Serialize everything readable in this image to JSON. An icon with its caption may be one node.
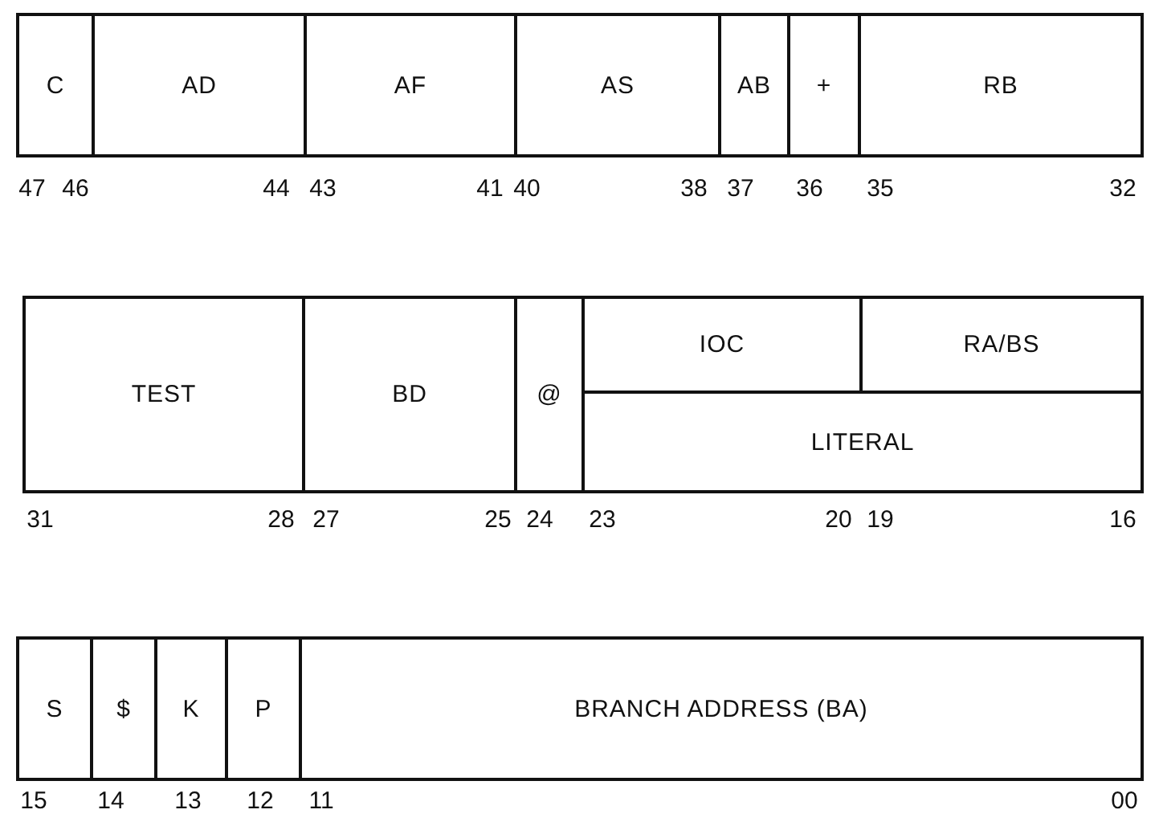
{
  "diagram": {
    "nodes": [
      {
        "text": [
          "C"
        ]
      },
      {
        "text": [
          "AD"
        ]
      },
      {
        "text": [
          "AF"
        ]
      },
      {
        "text": [
          "AS"
        ]
      },
      {
        "text": [
          "AB"
        ]
      },
      {
        "text": [
          "+"
        ]
      },
      {
        "text": [
          "RB"
        ]
      },
      {
        "text": [
          "TEST"
        ]
      },
      {
        "text": [
          "BD"
        ]
      },
      {
        "text": [
          "@"
        ]
      },
      {
        "text": [
          "IOC"
        ]
      },
      {
        "text": [
          "RA/BS"
        ]
      },
      {
        "text": [
          "LITERAL"
        ]
      },
      {
        "text": [
          "S"
        ]
      },
      {
        "text": [
          "$"
        ]
      },
      {
        "text": [
          "K"
        ]
      },
      {
        "text": [
          "P"
        ]
      },
      {
        "text": [
          "BRANCH ADDRESS (BA)"
        ]
      }
    ],
    "labels": [
      "47",
      "46",
      "44",
      "43",
      "41",
      "40",
      "38",
      "37",
      "36",
      "35",
      "32",
      "31",
      "28",
      "27",
      "25",
      "24",
      "23",
      "20",
      "19",
      "16",
      "15",
      "14",
      "13",
      "12",
      "11",
      "00"
    ]
  }
}
